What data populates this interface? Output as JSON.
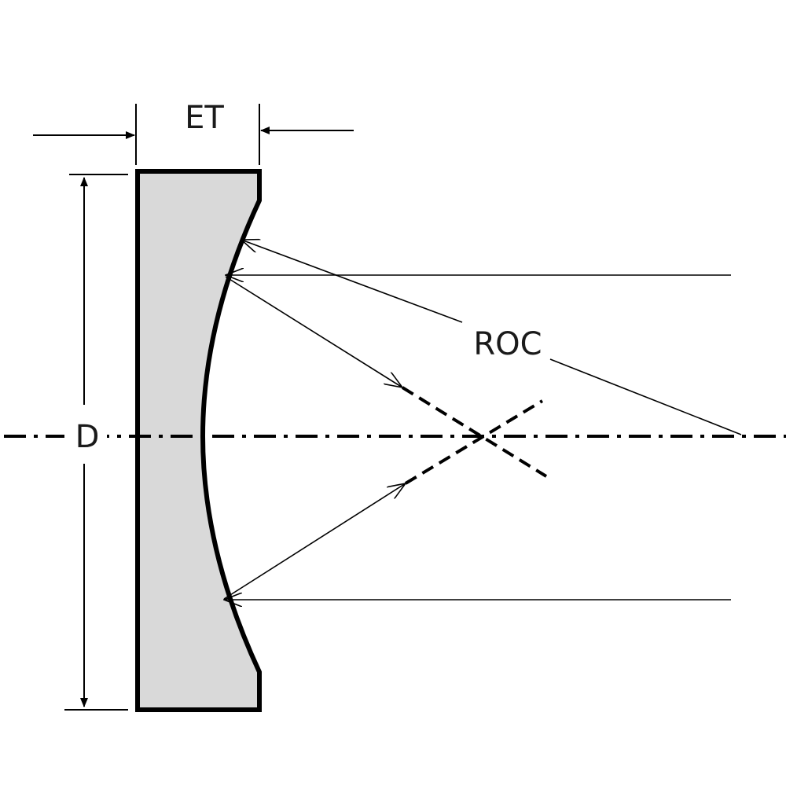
{
  "labels": {
    "edge_thickness": "ET",
    "diameter": "D",
    "radius_of_curvature": "ROC"
  },
  "colors": {
    "ink": "#000000",
    "lens_fill": "#d9d9d9"
  }
}
